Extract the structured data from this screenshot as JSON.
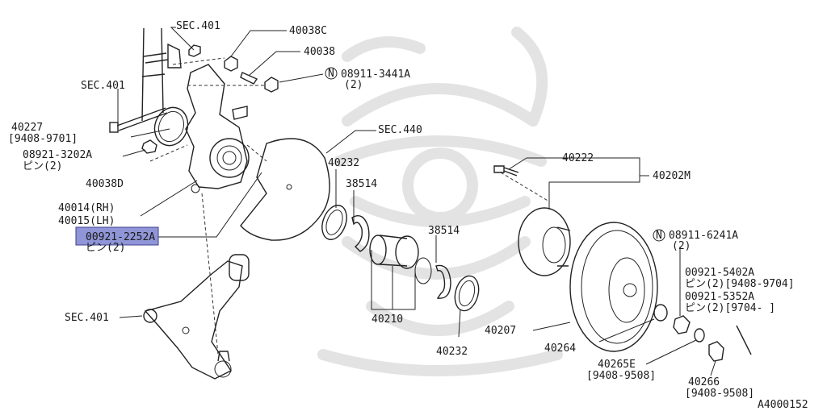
{
  "callouts": {
    "sec401_top": "SEC.401",
    "p40038C": "40038C",
    "p40038": "40038",
    "p08911_3441A": "08911-3441A",
    "p08911_3441A_qty": "(2)",
    "sec401_mid": "SEC.401",
    "p40227": "40227",
    "p40227_range": "[9408-9701]",
    "p08921_3202A": "08921-3202A",
    "p08921_3202A_qty": "ピン(2)",
    "p40038D": "40038D",
    "p40014": "40014(RH)",
    "p40015": "40015(LH)",
    "p00921_2252A": "00921-2252A",
    "p00921_2252A_qty": "ピン(2)",
    "sec440": "SEC.440",
    "p40232_top": "40232",
    "p38514_top": "38514",
    "p38514_mid": "38514",
    "p40210": "40210",
    "p40232_bottom": "40232",
    "sec401_bottom": "SEC.401",
    "p40222": "40222",
    "p40202M": "40202M",
    "p08911_6241A": "08911-6241A",
    "p08911_6241A_qty": "(2)",
    "p00921_5402A": "00921-5402A",
    "p00921_5402A_qty": "ピン(2)[9408-9704]",
    "p00921_5352A": "00921-5352A",
    "p00921_5352A_qty": "ピン(2)[9704-     ]",
    "p40207": "40207",
    "p40264": "40264",
    "p40265E": "40265E",
    "p40265E_range": "[9408-9508]",
    "p40266": "40266",
    "p40266_range": "[9408-9508]",
    "diagram_id": "A4000152"
  },
  "symbols": {
    "nut_marker": "N",
    "highlight_color": "#8f95d6"
  }
}
